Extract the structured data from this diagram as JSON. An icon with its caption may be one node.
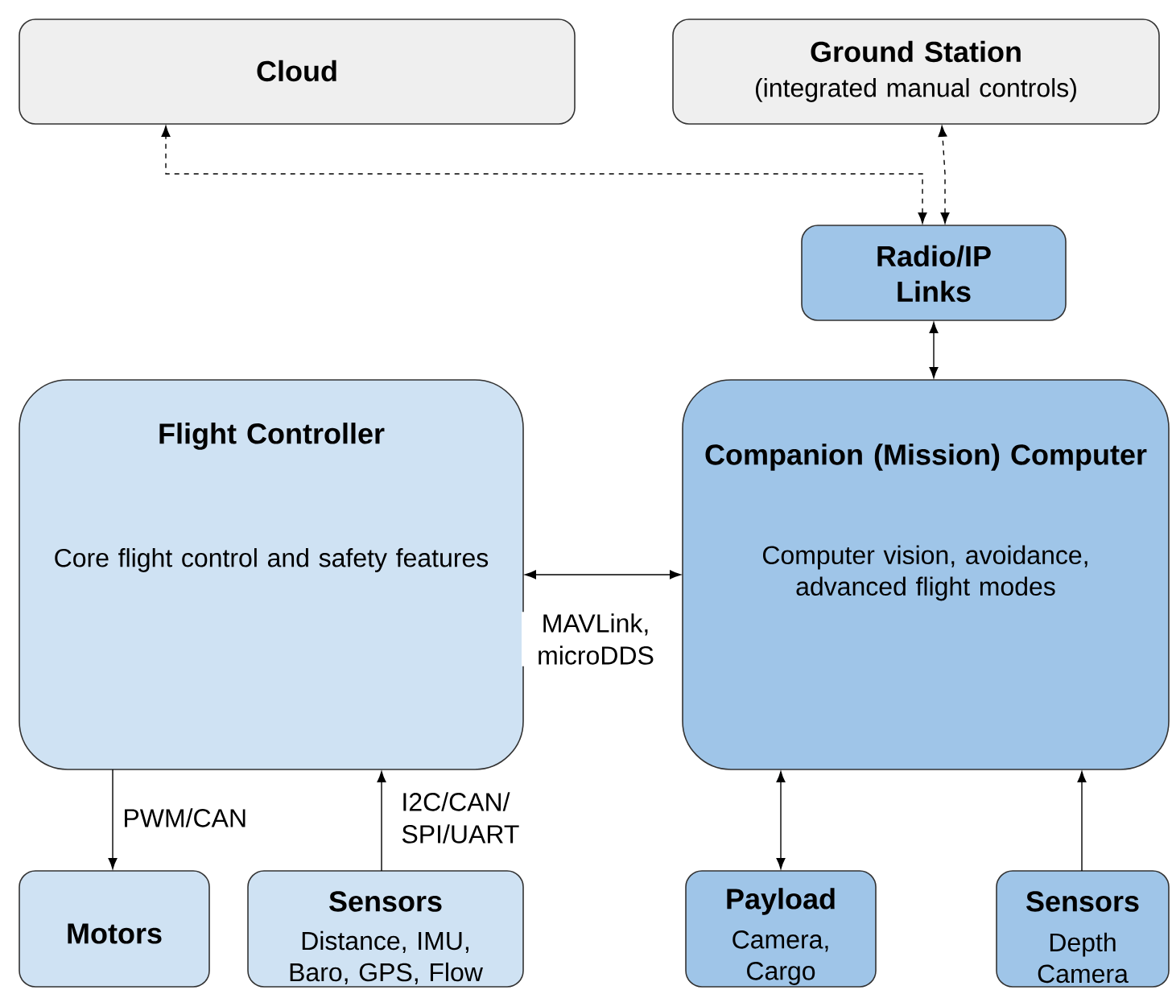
{
  "diagram": {
    "nodes": [
      {
        "text": [
          "Cloud"
        ]
      },
      {
        "text": [
          "Ground Station",
          "(integrated manual controls)"
        ]
      },
      {
        "text": [
          "Radio/IP Links"
        ]
      },
      {
        "text": [
          "Flight Controller",
          "Core flight control and safety features"
        ]
      },
      {
        "text": [
          "Companion (Mission) Computer",
          "Computer vision, avoidance, advanced flight modes"
        ]
      },
      {
        "text": [
          "Motors"
        ]
      },
      {
        "text": [
          "Sensors",
          "Distance, IMU, Baro, GPS, Flow"
        ]
      },
      {
        "text": [
          "Payload",
          "Camera, Cargo"
        ]
      },
      {
        "text": [
          "Sensors",
          "Depth Camera"
        ]
      }
    ],
    "edges": [
      {
        "from": 2,
        "to": 0,
        "arrow": "both",
        "style": "dashed"
      },
      {
        "from": 2,
        "to": 1,
        "arrow": "both",
        "style": "dashed"
      },
      {
        "from": 2,
        "to": 4,
        "arrow": "both"
      },
      {
        "from": 3,
        "to": 4,
        "arrow": "both",
        "label": "MAVLink, microDDS"
      },
      {
        "from": 3,
        "to": 5,
        "arrow": "to",
        "label": "PWM/CAN"
      },
      {
        "from": 6,
        "to": 3,
        "arrow": "to",
        "label": "I2C/CAN/ SPI/UART"
      },
      {
        "from": 7,
        "to": 4,
        "arrow": "both"
      },
      {
        "from": 8,
        "to": 4,
        "arrow": "to"
      }
    ]
  }
}
